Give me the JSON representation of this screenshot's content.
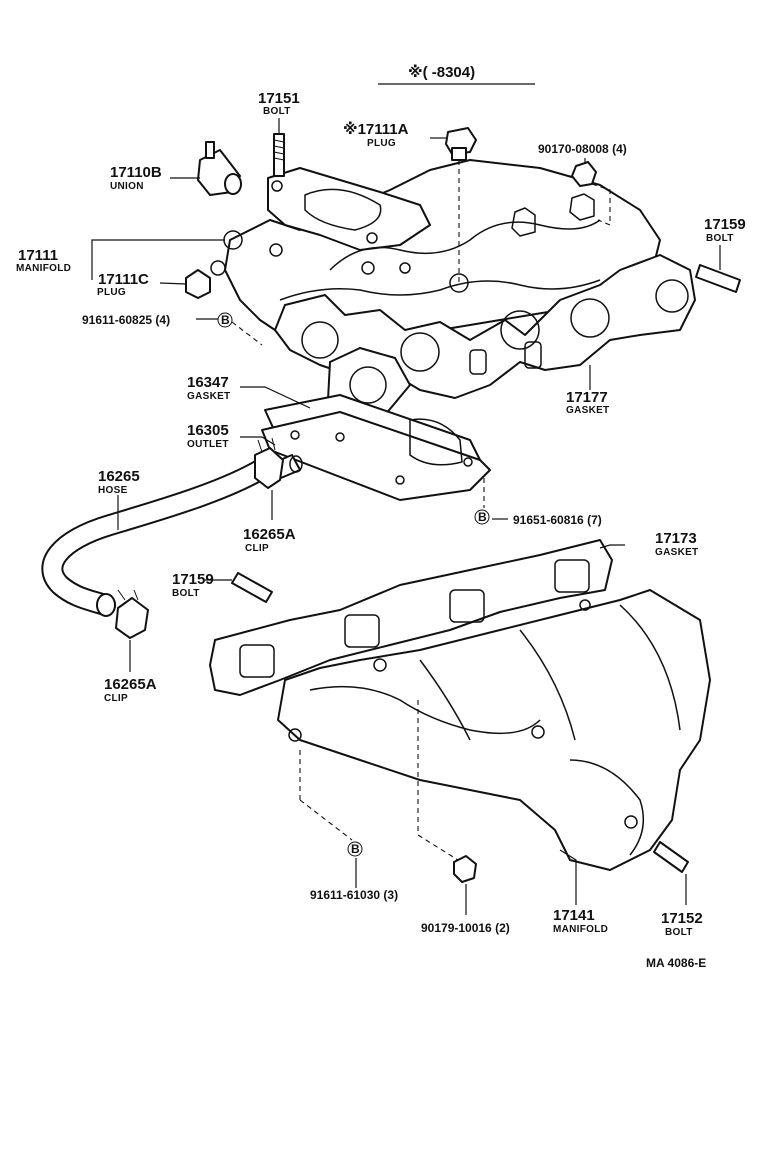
{
  "header": {
    "text": "※(      -8304)"
  },
  "footer": {
    "code": "MA  4086-E"
  },
  "callouts": {
    "c17151": {
      "num": "17151",
      "sub": "BOLT"
    },
    "c17111A": {
      "num": "※17111A",
      "sub": "PLUG"
    },
    "c90170": {
      "num": "90170-08008 (4)"
    },
    "c17110B": {
      "num": "17110B",
      "sub": "UNION"
    },
    "c17159a": {
      "num": "17159",
      "sub": "BOLT"
    },
    "c17111": {
      "num": "17111",
      "sub": "MANIFOLD"
    },
    "c17111C": {
      "num": "17111C",
      "sub": "PLUG"
    },
    "c91611a": {
      "num": "91611-60825 (4)",
      "mark": "B"
    },
    "c16347": {
      "num": "16347",
      "sub": "GASKET"
    },
    "c17177": {
      "num": "17177",
      "sub": "GASKET"
    },
    "c16305": {
      "num": "16305",
      "sub": "OUTLET"
    },
    "c16265": {
      "num": "16265",
      "sub": "HOSE"
    },
    "c91651": {
      "num": "91651-60816 (7)",
      "mark": "B"
    },
    "c16265A1": {
      "num": "16265A",
      "sub": "CLIP"
    },
    "c17173": {
      "num": "17173",
      "sub": "GASKET"
    },
    "c17159b": {
      "num": "17159",
      "sub": "BOLT"
    },
    "c16265A2": {
      "num": "16265A",
      "sub": "CLIP"
    },
    "c91611b": {
      "num": "91611-61030 (3)",
      "mark": "B"
    },
    "c90179": {
      "num": "90179-10016 (2)"
    },
    "c17141": {
      "num": "17141",
      "sub": "MANIFOLD"
    },
    "c17152": {
      "num": "17152",
      "sub": "BOLT"
    }
  }
}
